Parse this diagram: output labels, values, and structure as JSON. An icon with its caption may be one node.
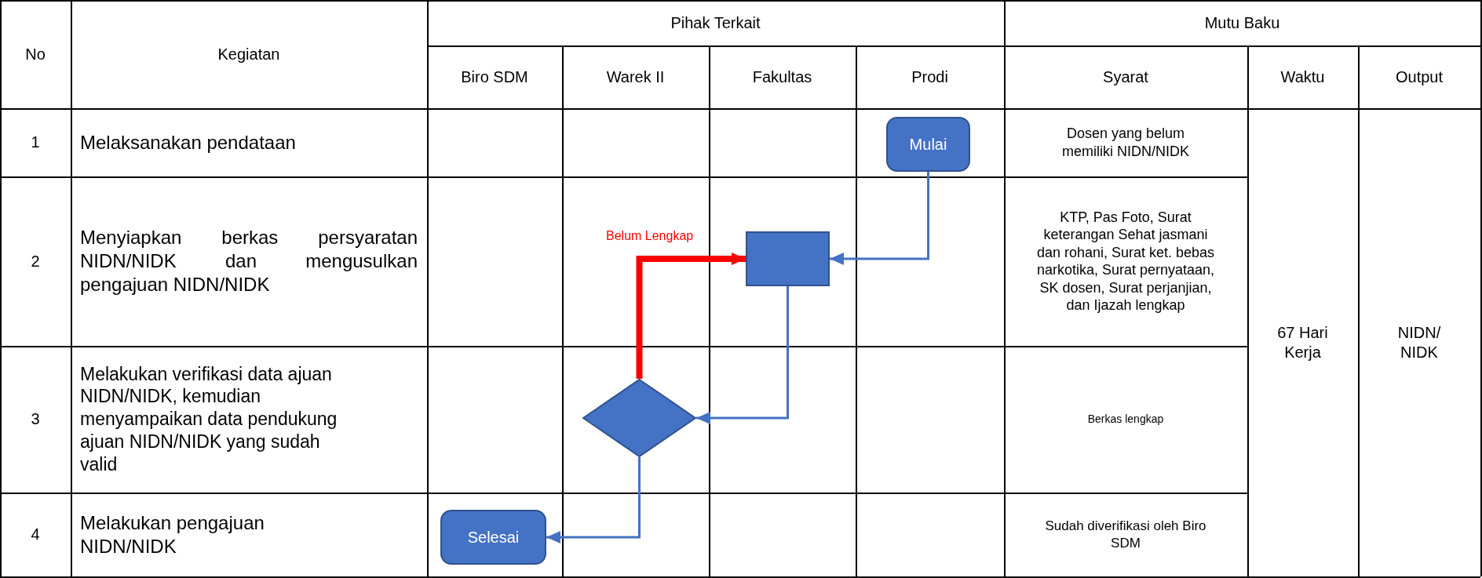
{
  "diagram": {
    "nodes": [
      {
        "text": [
          "Mulai"
        ]
      },
      {
        "text": [],
        "shape": "box"
      },
      {
        "text": [],
        "shape": "diamond"
      },
      {
        "text": [
          "Selesai"
        ]
      }
    ],
    "edges": [
      {
        "from": 0,
        "to": 1,
        "arrow": "to"
      },
      {
        "from": 1,
        "to": 2,
        "arrow": "to"
      },
      {
        "from": 2,
        "to": 1,
        "arrow": "to",
        "label": "Belum Lengkap",
        "style": "thick",
        "color": "#ff0000"
      },
      {
        "from": 2,
        "to": 3,
        "arrow": "to"
      }
    ],
    "labels": [
      "No",
      "Kegiatan",
      "Pihak Terkait",
      "Mutu Baku",
      "Biro SDM",
      "Warek II",
      "Fakultas",
      "Prodi",
      "Syarat",
      "Waktu",
      "Output",
      "1",
      "Melaksanakan pendataan",
      "Dosen yang belum memiliki NIDN/NIDK",
      "67 Hari Kerja",
      "NIDN/ NIDK",
      "2",
      "Menyiapkan berkas persyaratan NIDN/NIDK dan mengusulkan pengajuan NIDN/NIDK",
      "KTP, Pas Foto, Surat keterangan Sehat jasmani dan rohani, Surat ket. bebas narkotika, Surat pernyataan, SK dosen, Surat perjanjian, dan Ijazah lengkap",
      "3",
      "Melakukan verifikasi data ajuan NIDN/NIDK, kemudian menyampaikan data pendukung ajuan NIDN/NIDK yang sudah valid",
      "Berkas lengkap",
      "4",
      "Melakukan pengajuan NIDN/NIDK",
      "Sudah diverifikasi oleh Biro SDM"
    ]
  }
}
